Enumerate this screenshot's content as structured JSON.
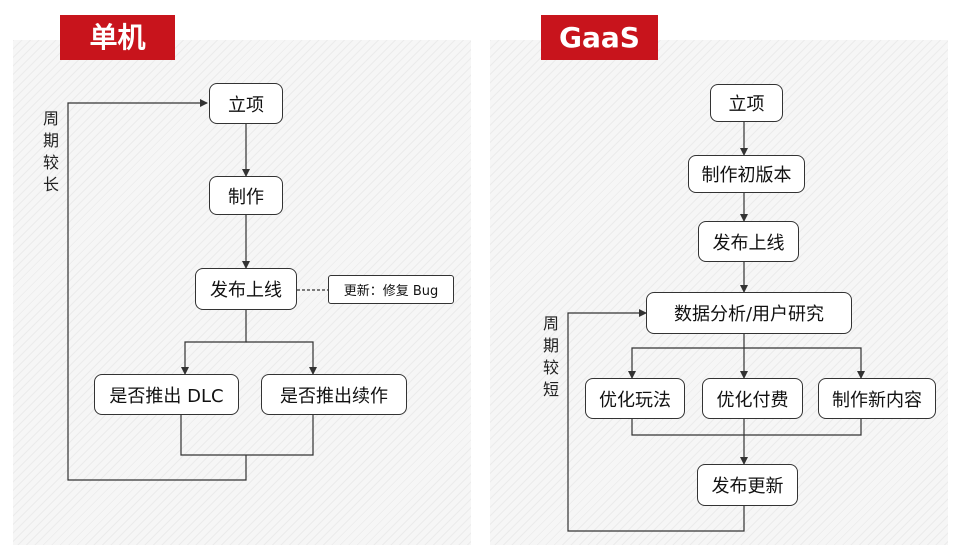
{
  "left": {
    "title": "单机",
    "side_label": "周期较长",
    "nodes": {
      "start": "立项",
      "make": "制作",
      "release": "发布上线",
      "update_note": "更新：修复 Bug",
      "dlc": "是否推出 DLC",
      "sequel": "是否推出续作"
    }
  },
  "right": {
    "title": "GaaS",
    "side_label": "周期较短",
    "nodes": {
      "start": "立项",
      "first_version": "制作初版本",
      "release": "发布上线",
      "analysis": "数据分析/用户研究",
      "gameplay": "优化玩法",
      "payment": "优化付费",
      "content": "制作新内容",
      "update": "发布更新"
    }
  },
  "colors": {
    "banner": "#c8141c",
    "line": "#333333"
  }
}
